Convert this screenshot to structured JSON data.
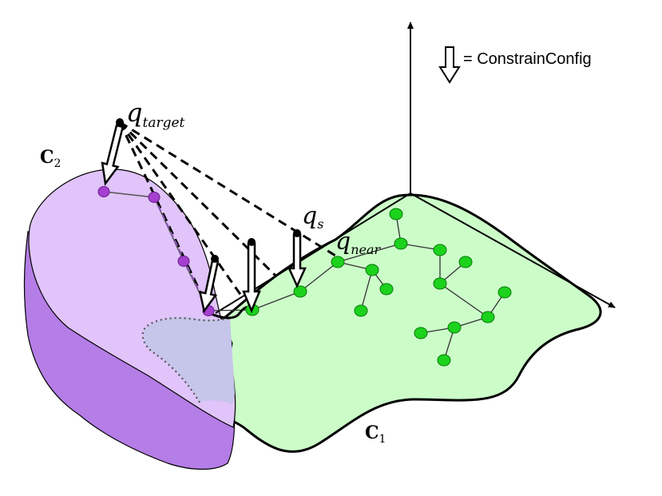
{
  "legend": {
    "equals_label": "= ConstrainConfig"
  },
  "labels": {
    "c2_main": "C",
    "c2_sub": "2",
    "c1_main": "C",
    "c1_sub": "1",
    "q_target_main": "q",
    "q_target_sub": "target",
    "q_s_main": "q",
    "q_s_sub": "s",
    "q_near_main": "q",
    "q_near_sub": "near"
  },
  "colors": {
    "c1_fill": "#ccfdc9",
    "c2_light_fill": "#e0c4fa",
    "c2_dark_fill": "#b57de6",
    "overlap_fill": "#c6c5ea",
    "green_node": "#1cd21c",
    "purple_node": "#a53fcf",
    "outline": "#000000"
  },
  "icons": {
    "legend_arrow": "down-arrow-icon",
    "projection_arrow": "down-arrow-icon"
  }
}
